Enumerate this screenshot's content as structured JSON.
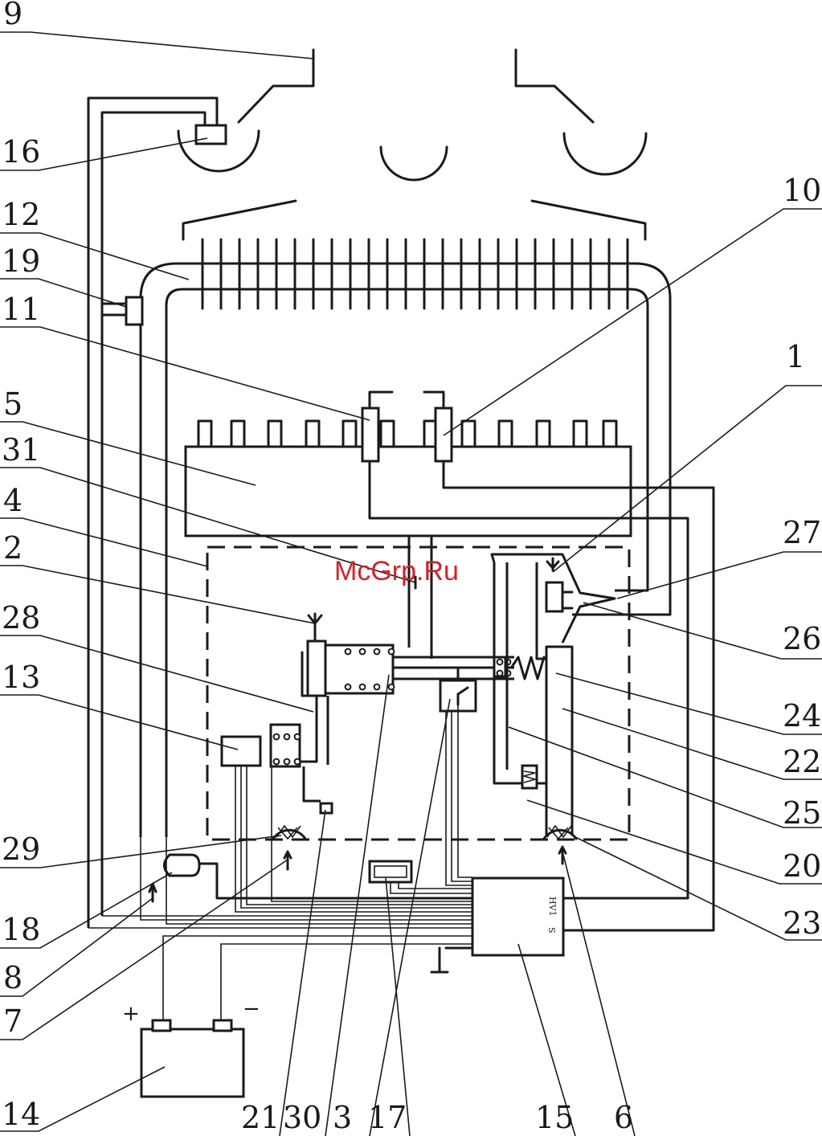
{
  "watermark": "McGrp.Ru",
  "terminals": {
    "plus": "+",
    "minus": "−"
  },
  "controller_marks": {
    "high_voltage": "HV1",
    "signal": "S"
  },
  "callouts": {
    "9": "9",
    "16": "16",
    "12": "12",
    "19": "19",
    "11": "11",
    "5": "5",
    "31": "31",
    "4": "4",
    "2": "2",
    "28": "28",
    "13": "13",
    "29": "29",
    "18": "18",
    "8": "8",
    "7": "7",
    "14": "14",
    "10": "10",
    "1": "1",
    "27": "27",
    "26": "26",
    "24": "24",
    "22": "22",
    "25": "25",
    "20": "20",
    "23": "23",
    "21": "21",
    "30": "30",
    "3": "3",
    "17": "17",
    "15": "15",
    "6": "6"
  }
}
